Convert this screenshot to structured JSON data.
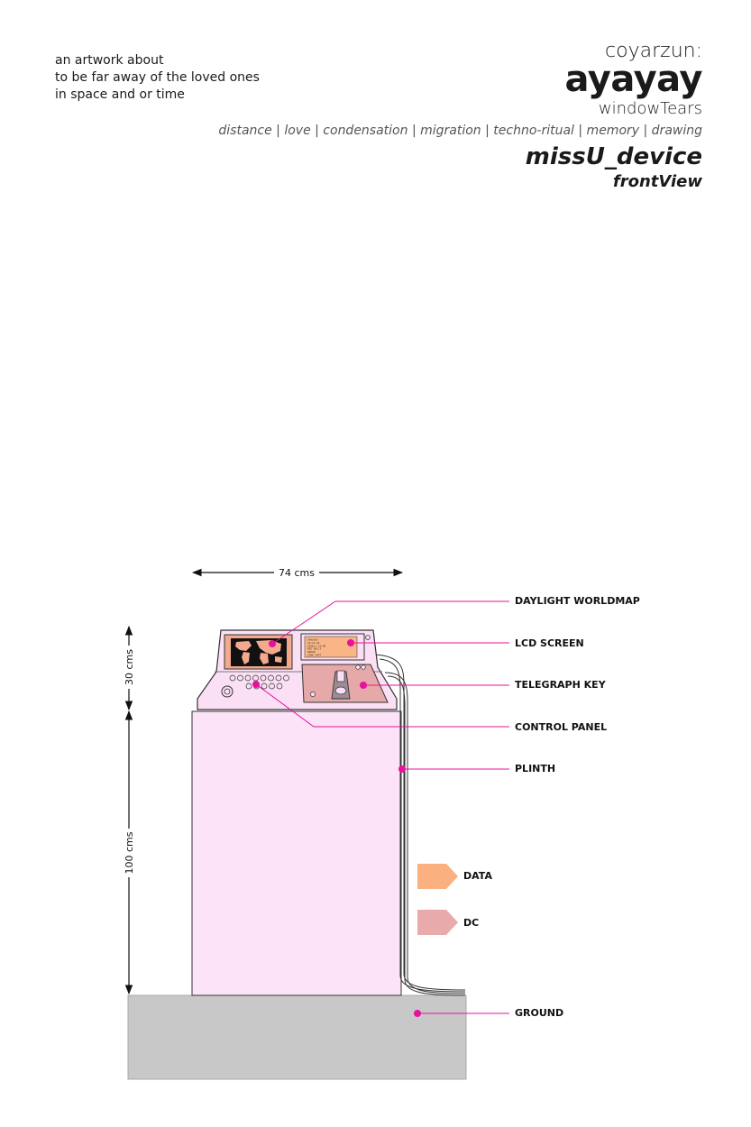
{
  "intro": {
    "line1": "an artwork about",
    "line2": "to be far away of the loved ones",
    "line3": "in space and or time"
  },
  "header": {
    "author": "coyarzun:",
    "work": "ayayay",
    "series": "windowTears",
    "tags": "distance | love | condensation | migration | techno-ritual | memory | drawing",
    "device": "missU_device",
    "view": "frontView"
  },
  "dimensions": {
    "width": "74 cms",
    "top_height": "30 cms",
    "plinth_height": "100 cms"
  },
  "callouts": {
    "daylight_worldmap": "DAYLIGHT WORLDMAP",
    "lcd_screen": "LCD SCREEN",
    "telegraph_key": "TELEGRAPH KEY",
    "control_panel": "CONTROL PANEL",
    "plinth": "PLINTH",
    "ground": "GROUND"
  },
  "legend": {
    "data": "DATA",
    "dc": "DC"
  },
  "lcd_lines": [
    "iNextEv",
    "19:11:22",
    "VIEW:1 12:00",
    "MSG 001:2",
    "QUEUE",
    "LINE TEXT"
  ],
  "colors": {
    "accent": "#e8119c",
    "plinth": "#fde3f8",
    "device": "#fbe0f5",
    "ground": "#c8c8c8",
    "data": "#fbb07f",
    "dc": "#e8aaaa",
    "key_panel": "#e6a9a9",
    "map_bg": "#f2a98c"
  }
}
